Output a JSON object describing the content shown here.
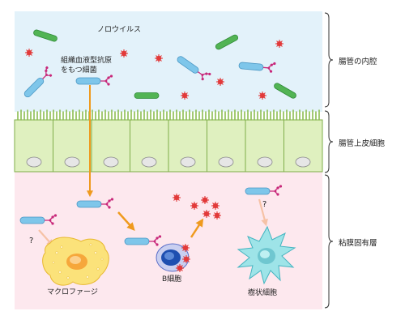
{
  "labels": {
    "norovirus": "ノロウイルス",
    "bacteria_line1": "組織血液型抗原",
    "bacteria_line2": "をもつ細菌",
    "macrophage": "マクロファージ",
    "b_cell": "B細胞",
    "dendritic_cell": "樹状細胞",
    "question_left": "?",
    "question_right": "?"
  },
  "regions": {
    "lumen": "腸管の内腔",
    "epithelium": "腸管上皮細胞",
    "lamina_propria": "粘膜固有層"
  },
  "colors": {
    "lumen_bg": "#e3f2fa",
    "lamina_bg": "#fde8ee",
    "epithelium": "#dff0bf",
    "arrow_orange": "#ef9a1e",
    "arrow_peach": "#f6c2a6",
    "bacteria_blue": "#7ec6ea",
    "bacteria_green": "#52b454",
    "antigen_magenta": "#c8287a",
    "virus_red": "#e23a3a",
    "macrophage": "#fbe27a",
    "b_cell": "#5b6fc9",
    "dendritic": "#9ee4e8"
  },
  "icons": {
    "brace": "curly-brace-icon",
    "virus": "virus-particle-icon",
    "bacterium": "bacterium-icon"
  }
}
